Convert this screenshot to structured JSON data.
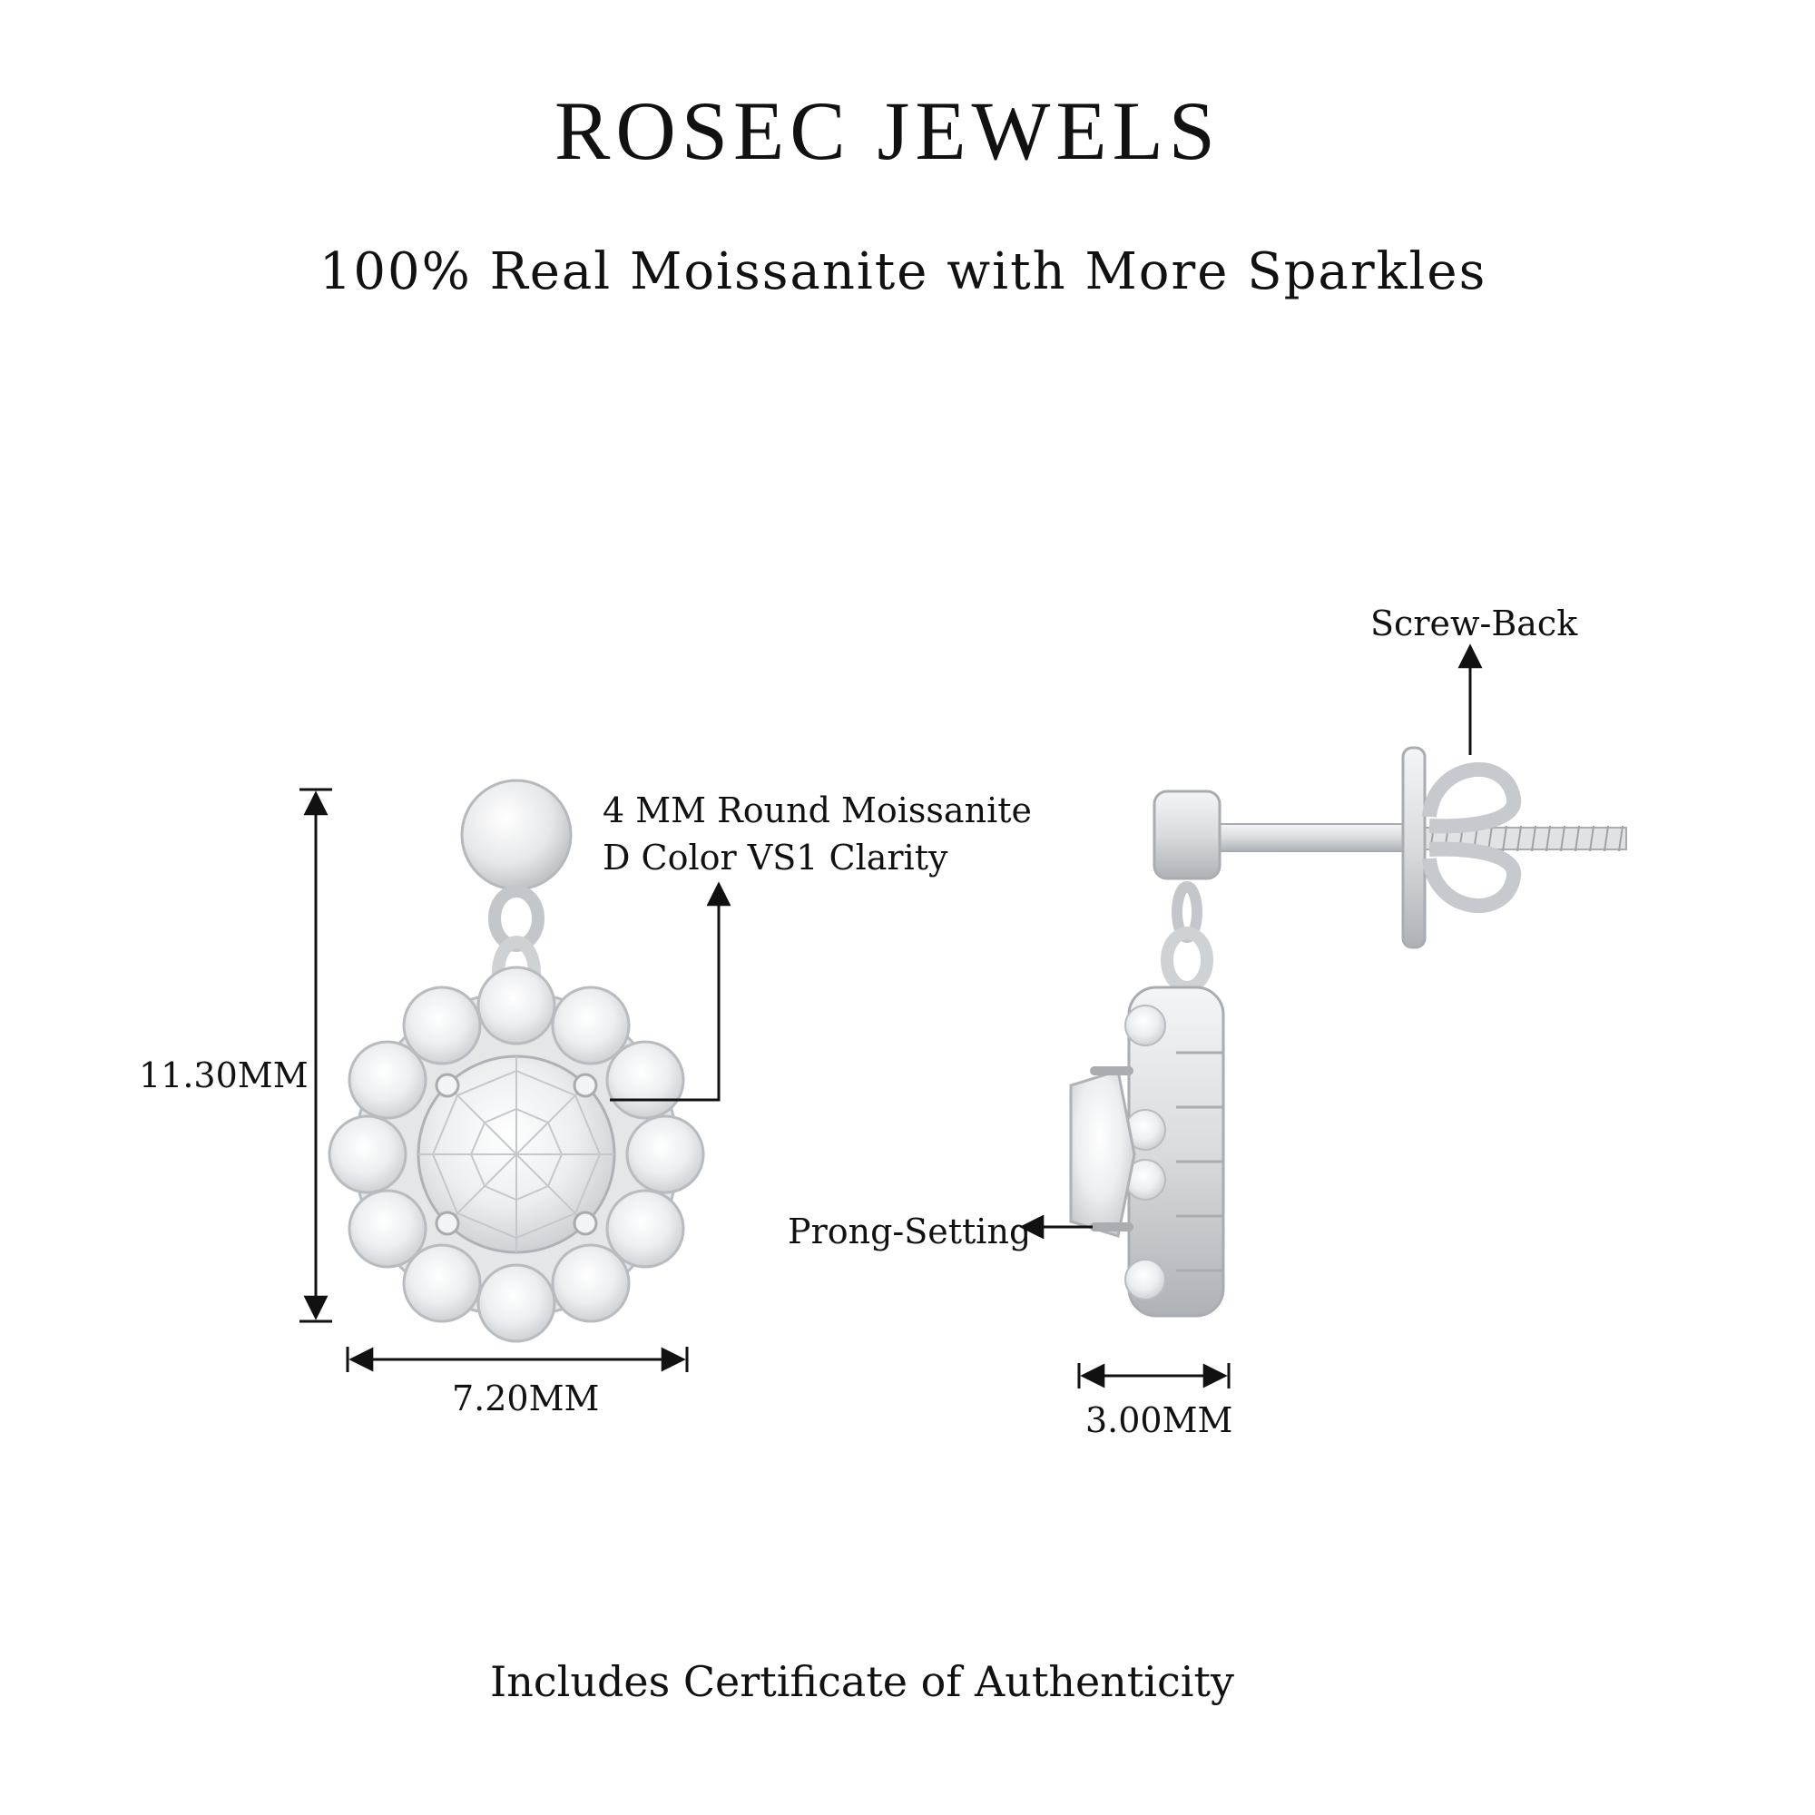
{
  "header": {
    "brand": "ROSEC JEWELS",
    "tagline": "100% Real Moissanite with More Sparkles"
  },
  "front_view": {
    "height_label": "11.30MM",
    "width_label": "7.20MM",
    "stone_line1": "4 MM Round Moissanite",
    "stone_line2": "D Color VS1 Clarity"
  },
  "side_view": {
    "screw_back_label": "Screw-Back",
    "prong_label": "Prong-Setting",
    "depth_label": "3.00MM"
  },
  "footer": {
    "text": "Includes Certificate of Authenticity"
  },
  "colors": {
    "metal": "#e6e7e9",
    "metal_shadow": "#b9bcc0",
    "line": "#111111"
  }
}
